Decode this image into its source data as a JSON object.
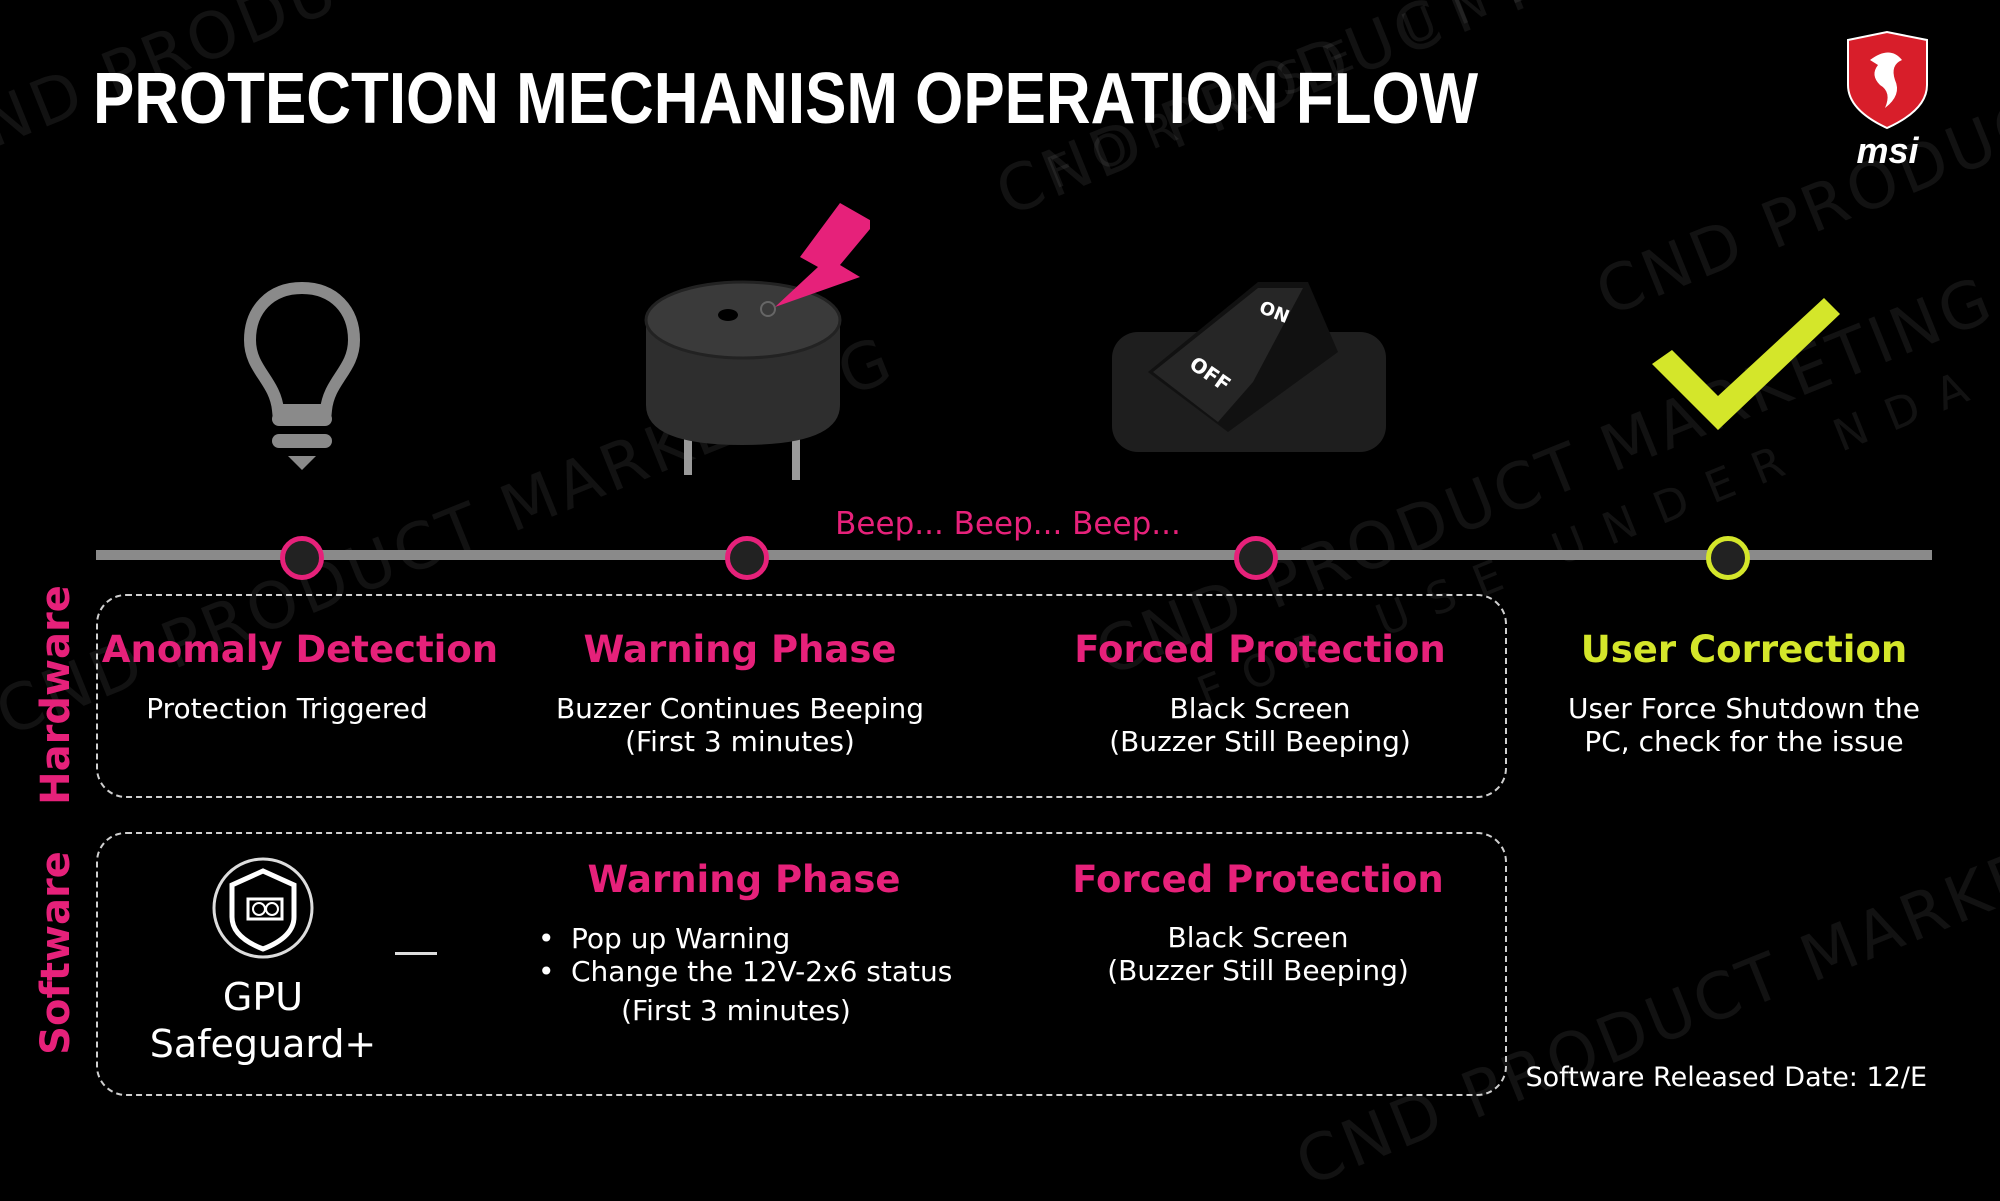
{
  "title": "PROTECTION MECHANISM OPERATION FLOW",
  "logo": {
    "text": "msi"
  },
  "watermark": [
    "CND PRODUCT MARKETING",
    "FOR USE UNDER NDA"
  ],
  "colors": {
    "accent": "#e6217a",
    "success": "#d4e62a",
    "line": "#8a8a8a",
    "background": "#000000"
  },
  "timeline": {
    "beep_label": "Beep... Beep... Beep...",
    "icons": [
      "lightbulb-icon",
      "buzzer-icon",
      "power-switch-icon",
      "checkmark-icon"
    ]
  },
  "hardware": {
    "label": "Hardware",
    "steps": [
      {
        "title": "Anomaly Detection",
        "lines": [
          "Protection Triggered"
        ]
      },
      {
        "title": "Warning Phase",
        "lines": [
          "Buzzer Continues Beeping",
          "(First 3 minutes)"
        ]
      },
      {
        "title": "Forced Protection",
        "lines": [
          "Black Screen",
          "(Buzzer Still Beeping)"
        ]
      },
      {
        "title": "User Correction",
        "lines": [
          "User Force Shutdown the",
          "PC, check for the issue"
        ]
      }
    ]
  },
  "software": {
    "label": "Software",
    "app": {
      "line1": "GPU",
      "line2": "Safeguard+"
    },
    "dash": "—",
    "warning": {
      "title": "Warning Phase",
      "bullets": [
        "Pop up Warning",
        "Change the 12V-2x6 status"
      ],
      "note": "(First 3 minutes)"
    },
    "forced": {
      "title": "Forced Protection",
      "lines": [
        "Black Screen",
        "(Buzzer Still Beeping)"
      ]
    },
    "released": "Software Released Date: 12/E"
  }
}
